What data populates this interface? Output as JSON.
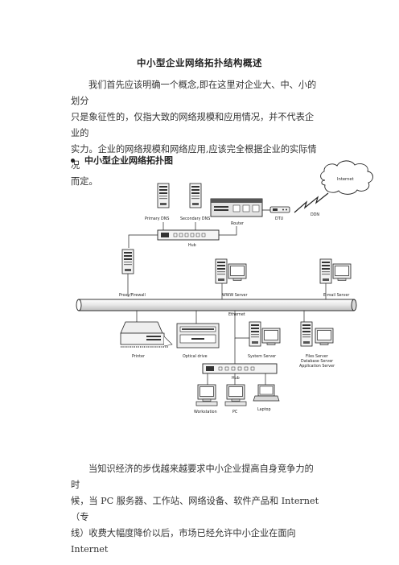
{
  "title": "中小型企业网络拓扑结构概述",
  "intro_lines": [
    "我们首先应该明确一个概念,即在这里对企业大、中、小的划分",
    "只是象征性的，仅指大致的网络规模和应用情况，并不代表企业的",
    "实力。企业的网络规模和网络应用,应该完全根据企业的实际情况",
    "而定。"
  ],
  "section_heading": "中小型企业网络拓扑图",
  "diagram": {
    "labels": {
      "internet": "Internet",
      "primary_dns": "Primary DNS",
      "secondary_dns": "Secondary DNS",
      "router": "Router",
      "dtu": "DTU",
      "ddn": "DDN",
      "hub_top": "Hub",
      "proxy_firewall": "Proxy/Firewall",
      "www_server": "WWW Server",
      "email_server": "E-mail Server",
      "ethernet": "Ethernet",
      "printer": "Printer",
      "optical_drive": "Optical drive",
      "system_server": "System Server",
      "files_server": "Files Server",
      "database_server": "Database Server",
      "application_server": "Application Server",
      "hub_bottom": "Hub",
      "workstation": "Workstation",
      "pc": "PC",
      "laptop": "Laptop"
    }
  },
  "closing_lines": [
    "当知识经济的步伐越来越要求中小企业提高自身竞争力的时",
    "候，当 PC 服务器、工作站、网络设备、软件产品和 Internet（专",
    "线）收费大幅度降价以后，市场已经允许中小企业在面向 Internet"
  ]
}
